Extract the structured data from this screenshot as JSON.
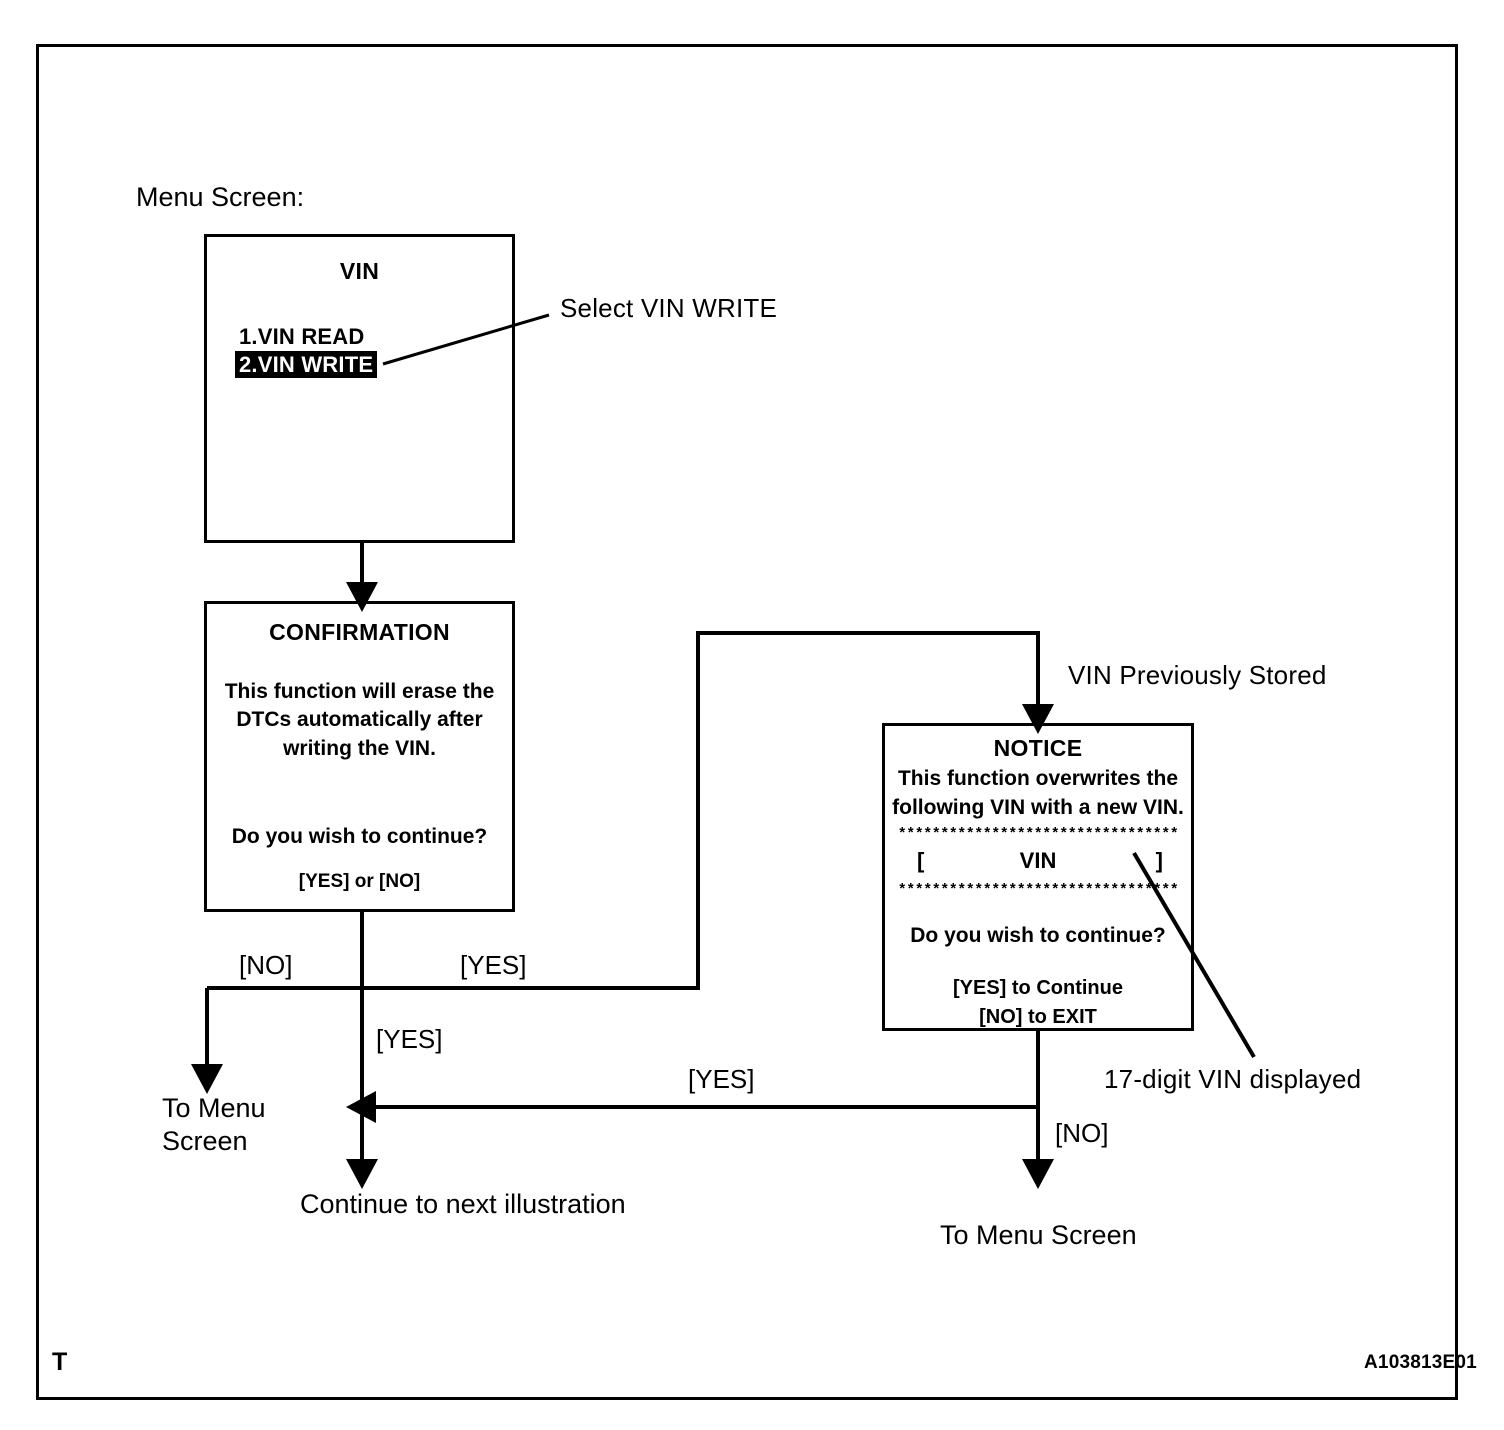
{
  "figure": {
    "corner_mark": "T",
    "figure_id": "A103813E01",
    "heading": "Menu Screen:"
  },
  "screens": {
    "vin_menu": {
      "title": "VIN",
      "items": [
        {
          "label": "1.VIN READ",
          "selected": false
        },
        {
          "label": "2.VIN WRITE",
          "selected": true
        }
      ]
    },
    "confirmation": {
      "title": "CONFIRMATION",
      "body_lines": [
        "This function will erase the",
        "DTCs automatically after",
        "writing the VIN."
      ],
      "question": "Do you wish to continue?",
      "options": "[YES] or [NO]"
    },
    "notice": {
      "title": "NOTICE",
      "body_lines": [
        "This function overwrites the",
        "following VIN with a new VIN."
      ],
      "separator": "*********************************",
      "vin_field": {
        "bracket_left": "[",
        "label": "VIN",
        "bracket_right": "]"
      },
      "question": "Do you wish to continue?",
      "options": [
        "[YES] to Continue",
        "[NO] to EXIT"
      ]
    }
  },
  "annotations": {
    "select_vin_write": "Select VIN WRITE",
    "vin_previously_stored": "VIN Previously Stored",
    "seventeen_digit_vin": "17-digit VIN displayed"
  },
  "flow_labels": {
    "no_left": "[NO]",
    "yes_right": "[YES]",
    "yes_down": "[YES]",
    "yes_return": "[YES]",
    "no_exit": "[NO]"
  },
  "terminals": {
    "to_menu_screen_left_line1": "To Menu",
    "to_menu_screen_left_line2": "Screen",
    "continue_next": "Continue to next illustration",
    "to_menu_screen_right": "To Menu Screen"
  }
}
